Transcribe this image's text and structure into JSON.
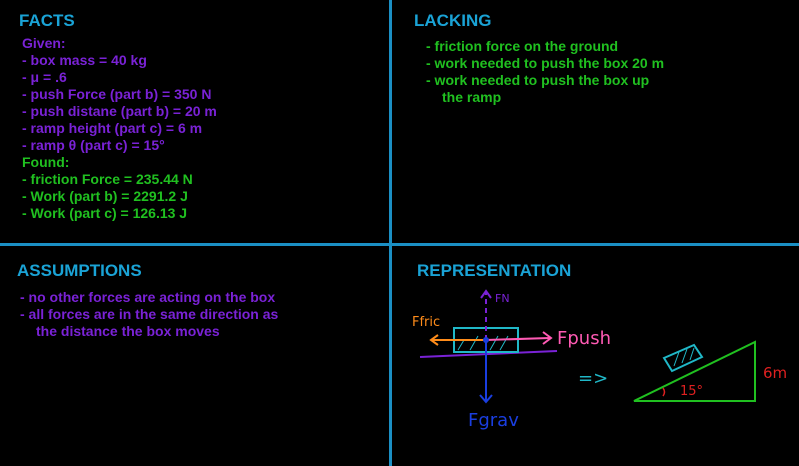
{
  "facts": {
    "title": "FACTS",
    "given_label": "Given:",
    "given": [
      "- box mass = 40 kg",
      "- μ = .6",
      "- push Force (part b) = 350 N",
      "- push distane (part b) = 20 m",
      "- ramp height (part c) = 6 m",
      "- ramp θ (part c) = 15°"
    ],
    "found_label": "Found:",
    "found": [
      "- friction Force = 235.44 N",
      "- Work (part b) = 2291.2 J",
      "- Work (part c) = 126.13 J"
    ]
  },
  "lacking": {
    "title": "LACKING",
    "items": [
      "- friction force on the ground",
      "- work needed to push the box 20 m",
      "- work needed to push the box up",
      "the ramp"
    ]
  },
  "assumptions": {
    "title": "ASSUMPTIONS",
    "items": [
      "- no other forces are acting on the box",
      "- all forces are in the same direction as",
      "the distance the box moves"
    ]
  },
  "representation": {
    "title": "REPRESENTATION",
    "labels": {
      "normal": "FN",
      "friction": "Ffric",
      "push": "Fpush",
      "gravity": "Fgrav",
      "implies": "=>",
      "angle": "15°",
      "height": "6m"
    }
  },
  "colors": {
    "header": "#1aa3d6",
    "given": "#7a22d6",
    "found": "#20c020",
    "divider": "#1b8fc4"
  }
}
